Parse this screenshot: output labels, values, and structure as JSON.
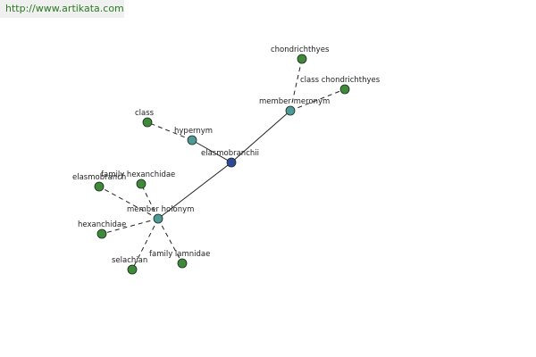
{
  "banner": {
    "url_text": "http://www.artikata.com"
  },
  "colors": {
    "central_node": "#2c4a99",
    "relation_node": "#4f9a98",
    "leaf_node": "#3e8a3a",
    "node_stroke": "#1a2a1a",
    "edge": "#222222"
  },
  "graph": {
    "nodes": [
      {
        "id": "elasmobranchii",
        "label": "elasmobranchii",
        "kind": "central"
      },
      {
        "id": "hypernym",
        "label": "hypernym",
        "kind": "relation"
      },
      {
        "id": "member-meronym",
        "label": "member meronym",
        "kind": "relation"
      },
      {
        "id": "member-holonym",
        "label": "member holonym",
        "kind": "relation"
      },
      {
        "id": "class",
        "label": "class",
        "kind": "leaf"
      },
      {
        "id": "chondrichthyes",
        "label": "chondrichthyes",
        "kind": "leaf"
      },
      {
        "id": "class-chondrichthyes",
        "label": "class chondrichthyes",
        "kind": "leaf"
      },
      {
        "id": "family-hexanchidae",
        "label": "family hexanchidae",
        "kind": "leaf"
      },
      {
        "id": "elasmobranch",
        "label": "elasmobranch",
        "kind": "leaf"
      },
      {
        "id": "hexanchidae",
        "label": "hexanchidae",
        "kind": "leaf"
      },
      {
        "id": "selachian",
        "label": "selachian",
        "kind": "leaf"
      },
      {
        "id": "family-lamnidae",
        "label": "family lamnidae",
        "kind": "leaf"
      }
    ],
    "edges": [
      {
        "from": "elasmobranchii",
        "to": "hypernym",
        "style": "solid"
      },
      {
        "from": "elasmobranchii",
        "to": "member-meronym",
        "style": "solid"
      },
      {
        "from": "elasmobranchii",
        "to": "member-holonym",
        "style": "solid"
      },
      {
        "from": "hypernym",
        "to": "class",
        "style": "dashed"
      },
      {
        "from": "member-meronym",
        "to": "chondrichthyes",
        "style": "dashed"
      },
      {
        "from": "member-meronym",
        "to": "class-chondrichthyes",
        "style": "dashed"
      },
      {
        "from": "member-holonym",
        "to": "family-hexanchidae",
        "style": "dashed"
      },
      {
        "from": "member-holonym",
        "to": "elasmobranch",
        "style": "dashed"
      },
      {
        "from": "member-holonym",
        "to": "hexanchidae",
        "style": "dashed"
      },
      {
        "from": "member-holonym",
        "to": "selachian",
        "style": "dashed"
      },
      {
        "from": "member-holonym",
        "to": "family-lamnidae",
        "style": "dashed"
      }
    ]
  }
}
